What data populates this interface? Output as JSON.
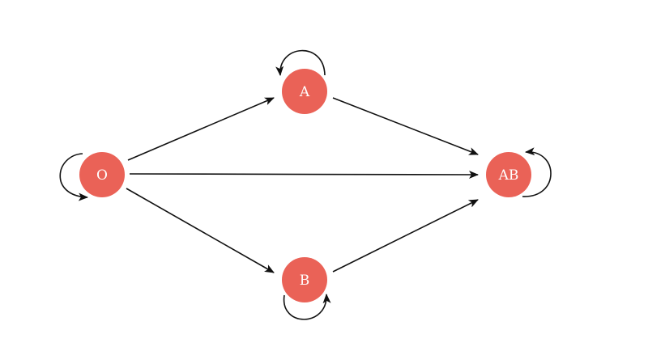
{
  "colors": {
    "node_fill": "#ea6257",
    "edge": "#111111",
    "node_text": "#ffffff",
    "background": "#ffffff"
  },
  "nodes": [
    {
      "id": "O",
      "label": "O"
    },
    {
      "id": "A",
      "label": "A"
    },
    {
      "id": "B",
      "label": "B"
    },
    {
      "id": "AB",
      "label": "AB"
    }
  ],
  "edges": [
    {
      "from": "O",
      "to": "A"
    },
    {
      "from": "O",
      "to": "B"
    },
    {
      "from": "O",
      "to": "AB"
    },
    {
      "from": "A",
      "to": "AB"
    },
    {
      "from": "B",
      "to": "AB"
    },
    {
      "from": "O",
      "to": "O"
    },
    {
      "from": "A",
      "to": "A"
    },
    {
      "from": "B",
      "to": "B"
    },
    {
      "from": "AB",
      "to": "AB"
    }
  ]
}
